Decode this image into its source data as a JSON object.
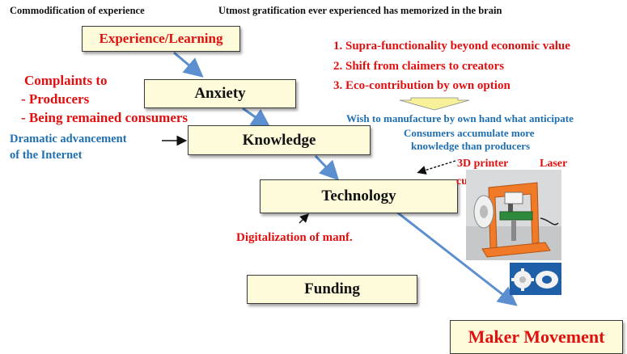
{
  "header": {
    "left": "Commodification of experience",
    "right": "Utmost gratification ever experienced has memorized in the brain"
  },
  "nodes": {
    "experience": "Experience/Learning",
    "anxiety": "Anxiety",
    "knowledge": "Knowledge",
    "technology": "Technology",
    "funding": "Funding",
    "maker": "Maker Movement"
  },
  "complaints": {
    "title": "Complaints to",
    "item1": "-  Producers",
    "item2": "-  Being remained consumers"
  },
  "internet": {
    "line1": "Dramatic advancement",
    "line2": "of the Internet"
  },
  "points": [
    "1. Supra-functionality beyond economic value",
    "2. Shift from claimers to creators",
    "3. Eco-contribution by own option"
  ],
  "wish": "Wish to manufacture by own hand what anticipate",
  "consumers": {
    "line1": "Consumers accumulate more",
    "line2": "knowledge than producers"
  },
  "tools": {
    "printer": "3D printer",
    "laser": "Laser",
    "cutter": "cutter"
  },
  "digital": "Digitalization  of manf.",
  "colors": {
    "red_text": "#e01010",
    "blue_text": "#1f6fb0",
    "box_fill": "#fdfbd9",
    "arrow": "#5b8fd0",
    "printer_orange": "#f07a28"
  }
}
